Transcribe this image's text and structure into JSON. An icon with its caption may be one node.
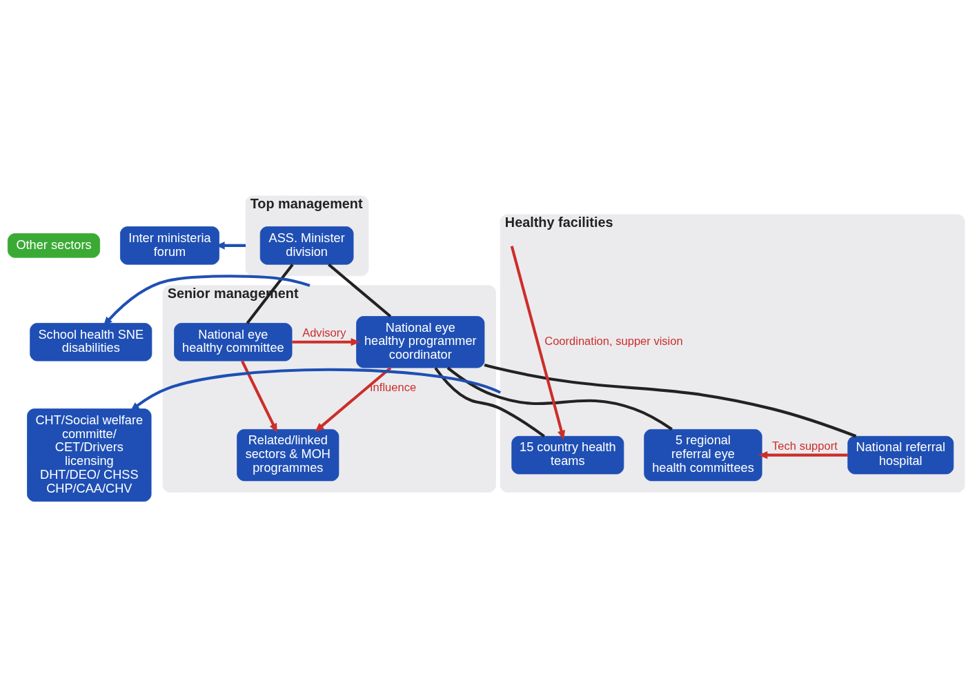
{
  "diagram": {
    "nodes": [
      {
        "text": [
          "Other sectors"
        ]
      },
      {
        "text": [
          "Inter ministeria forum"
        ]
      },
      {
        "text": [
          "School health SNE disabilities"
        ]
      },
      {
        "text": [
          "CHT/Social welfare committe/ CET/Drivers licensing",
          "DHT/DEO/ CHSS",
          "CHP/CAA/CHV"
        ]
      },
      {
        "text": [
          "Top management"
        ]
      },
      {
        "text": [
          "ASS. Minister division"
        ],
        "in": 4
      },
      {
        "text": [
          "Senior management"
        ]
      },
      {
        "text": [
          "National eye healthy programmer coordinator"
        ],
        "in": 6
      },
      {
        "text": [
          "National eye healthy committee"
        ],
        "in": 6
      },
      {
        "text": [
          "Related/linked sectors & MOH programmes"
        ],
        "in": 6
      },
      {
        "text": [
          "Healthy facilities"
        ]
      },
      {
        "text": [
          "15 country health teams"
        ],
        "in": 10
      },
      {
        "text": [
          "5 regional referral eye health committees"
        ],
        "in": 10
      },
      {
        "text": [
          "National referral hospital"
        ],
        "in": 10
      }
    ],
    "edges": [
      {
        "from": 5,
        "to": 7,
        "arrow": "none",
        "color": "#222222"
      },
      {
        "from": 5,
        "to": 8,
        "arrow": "none",
        "color": "#222222"
      },
      {
        "from": 8,
        "to": 7,
        "arrow": "to",
        "label": "Advisory",
        "color": "#cc2e2a"
      },
      {
        "from": 8,
        "to": 9,
        "arrow": "to",
        "color": "#cc2e2a"
      },
      {
        "from": 7,
        "to": 9,
        "arrow": "to",
        "label": "Influence",
        "color": "#cc2e2a"
      },
      {
        "from": 7,
        "to": 11,
        "arrow": "none",
        "color": "#222222"
      },
      {
        "from": 7,
        "to": 12,
        "arrow": "none",
        "color": "#222222"
      },
      {
        "from": 7,
        "to": 13,
        "arrow": "none",
        "color": "#222222"
      },
      {
        "from": null,
        "to": 11,
        "arrow": "to",
        "label": "Coordination, supper vision",
        "color": "#cc2e2a"
      },
      {
        "from": 13,
        "to": 12,
        "arrow": "to",
        "label": "Tech support",
        "color": "#cc2e2a"
      },
      {
        "from": 4,
        "to": 1,
        "arrow": "to",
        "color": "#1f4fb4"
      },
      {
        "from": 6,
        "to": 2,
        "arrow": "to",
        "color": "#1f4fb4"
      },
      {
        "from": 10,
        "to": 3,
        "arrow": "to",
        "color": "#1f4fb4"
      }
    ]
  }
}
